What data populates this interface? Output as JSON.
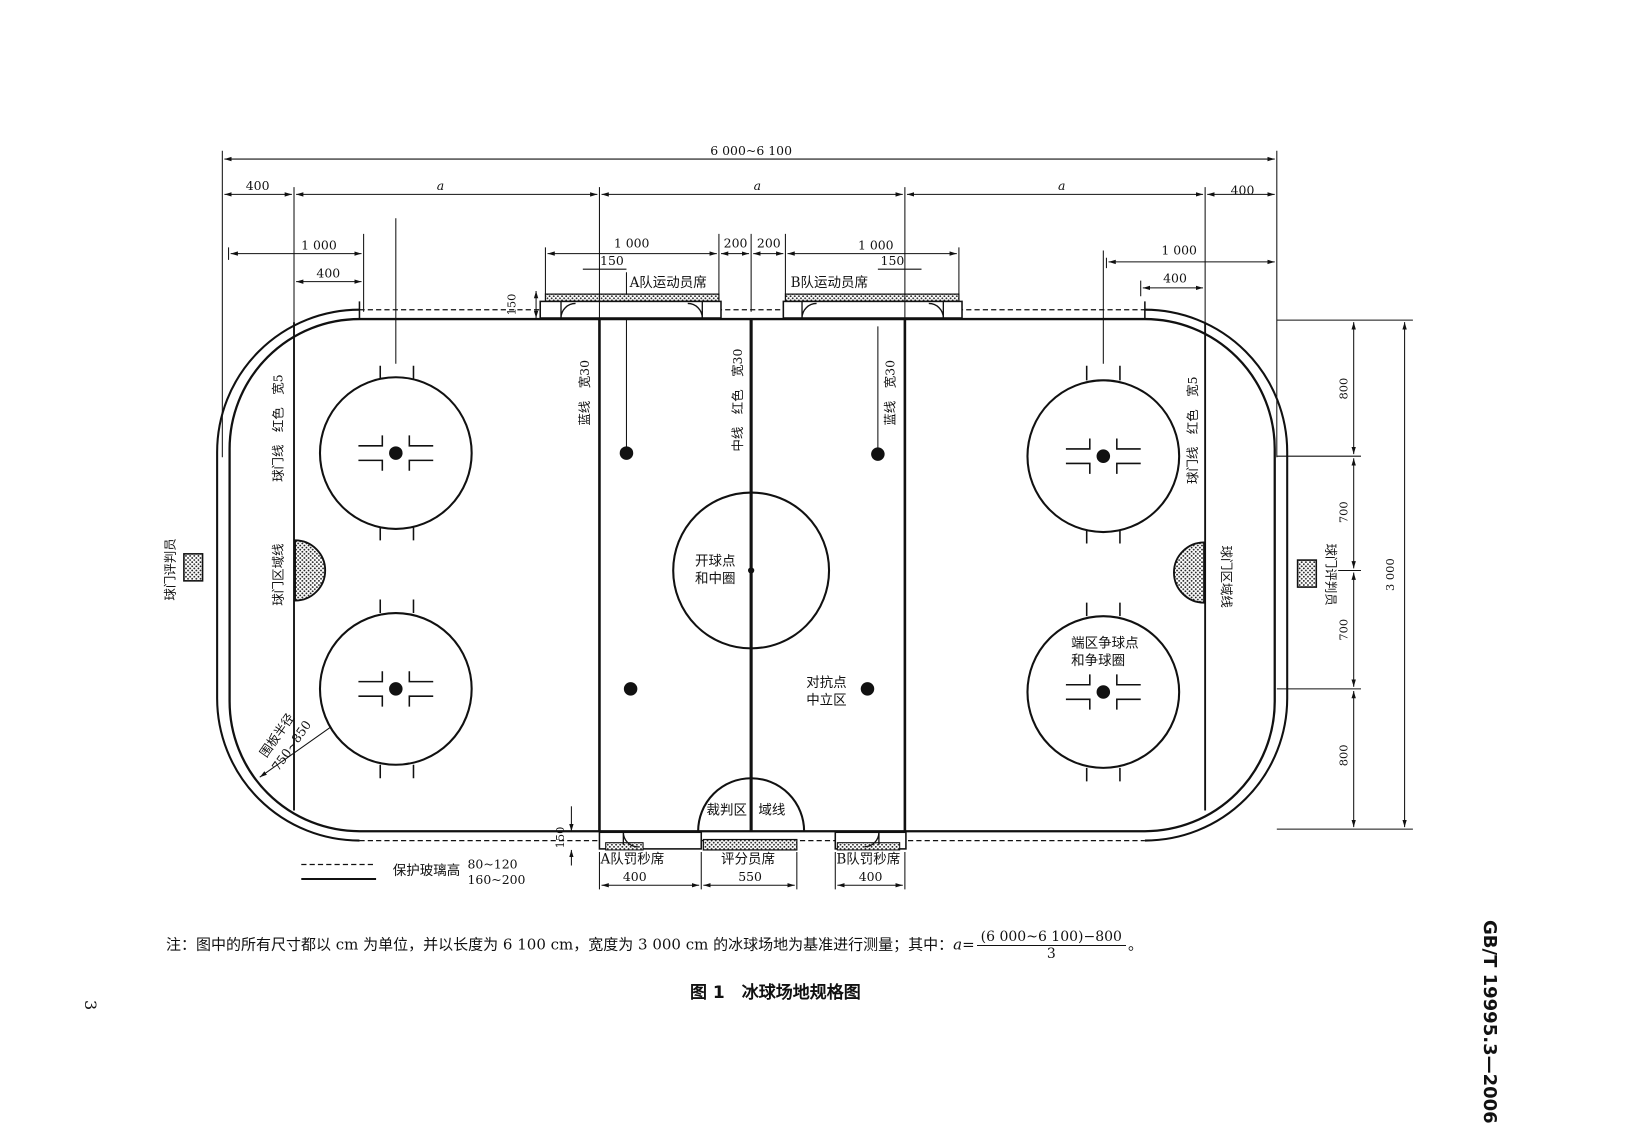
{
  "labels": {
    "overall_length": "6 000~6 100",
    "end_400_left": "400",
    "end_400_right": "400",
    "zone_a_1": "a",
    "zone_a_2": "a",
    "zone_a_3": "a",
    "left_1000": "1 000",
    "left_400": "400",
    "right_1000": "1 000",
    "right_400": "400",
    "bench_a_1000": "1 000",
    "bench_a_150": "150",
    "gap_200_left": "200",
    "gap_200_right": "200",
    "bench_b_1000": "1 000",
    "bench_b_150": "150",
    "bench_height_150": "150",
    "bench_a": "A队运动员席",
    "bench_b": "B队运动员席",
    "blue_line_left": "蓝线　宽30",
    "blue_line_right": "蓝线　宽30",
    "center_line": "中线　红色　宽30",
    "goal_line_left": "球门线　红色　宽5",
    "goal_line_right": "球门线　红色　宽5",
    "crease_left": "球门区域线",
    "crease_right": "球门区域线",
    "goal_judge_left": "球门评判员",
    "goal_judge_right": "球门评判员",
    "center_circle_1": "开球点",
    "center_circle_2": "和中圈",
    "neutral_1": "对抗点",
    "neutral_2": "中立区",
    "end_zone_1": "端区争球点",
    "end_zone_2": "和争球圈",
    "board_radius_1": "围板半径",
    "board_radius_2": "750~850",
    "referee_crease_1": "裁判区",
    "referee_crease_2": "域线",
    "penalty_a": "A队罚秒席",
    "penalty_b": "B队罚秒席",
    "scorer": "评分员席",
    "penalty_a_w": "400",
    "scorer_w": "550",
    "penalty_b_w": "400",
    "bottom_150": "150",
    "dim_800_top": "800",
    "dim_700_a": "700",
    "dim_700_b": "700",
    "dim_800_bottom": "800",
    "dim_3000": "3 000",
    "legend_glass": "保护玻璃高",
    "legend_dashed": "80~120",
    "legend_solid": "160~200"
  },
  "note": {
    "prefix": "注：图中的所有尺寸都以 cm 为单位，并以长度为 6 100 cm，宽度为 3 000 cm 的冰球场地为基准进行测量；其中：",
    "var": "a",
    "eq": "=",
    "numerator": "(6 000~6 100)−800",
    "denominator": "3",
    "suffix": "。"
  },
  "caption": "图 1　冰球场地规格图",
  "standard_id": "GB/T 19995.3—2006",
  "page_number": "3"
}
